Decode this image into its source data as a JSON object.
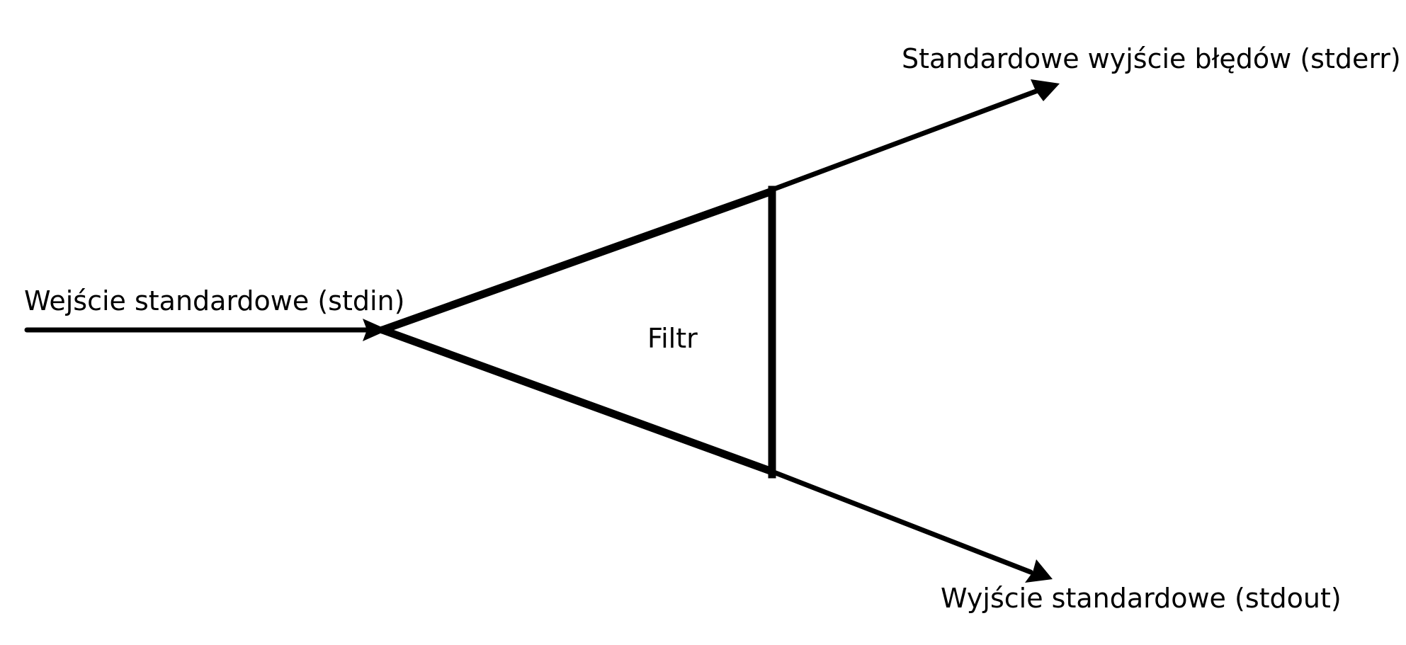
{
  "diagram": {
    "input_label": "Wejście standardowe (stdin)",
    "filter_label": "Filtr",
    "stderr_label": "Standardowe wyjście błędów (stderr)",
    "stdout_label": "Wyjście standardowe (stdout)"
  },
  "colors": {
    "stroke": "#000000",
    "background": "#ffffff"
  }
}
